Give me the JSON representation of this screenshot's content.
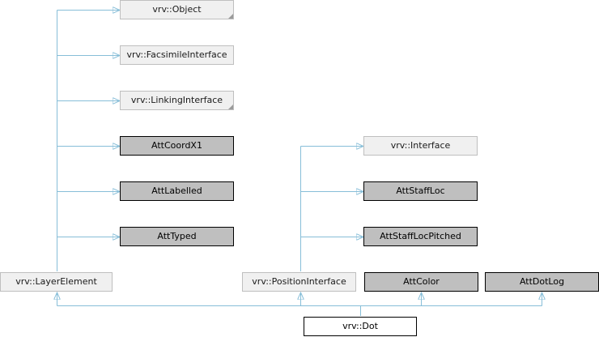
{
  "colors": {
    "edge": "#87bed8",
    "plain_fill": "#f0f0f0",
    "plain_border": "#bfbfbf",
    "att_fill": "#bfbfbf",
    "att_border": "#000000"
  },
  "nodes": {
    "object": "vrv::Object",
    "facsimile_interface": "vrv::FacsimileInterface",
    "linking_interface": "vrv::LinkingInterface",
    "att_coord_x1": "AttCoordX1",
    "att_labelled": "AttLabelled",
    "att_typed": "AttTyped",
    "interface": "vrv::Interface",
    "att_staff_loc": "AttStaffLoc",
    "att_staff_loc_pitched": "AttStaffLocPitched",
    "layer_element": "vrv::LayerElement",
    "position_interface": "vrv::PositionInterface",
    "att_color": "AttColor",
    "att_dot_log": "AttDotLog",
    "dot": "vrv::Dot"
  }
}
